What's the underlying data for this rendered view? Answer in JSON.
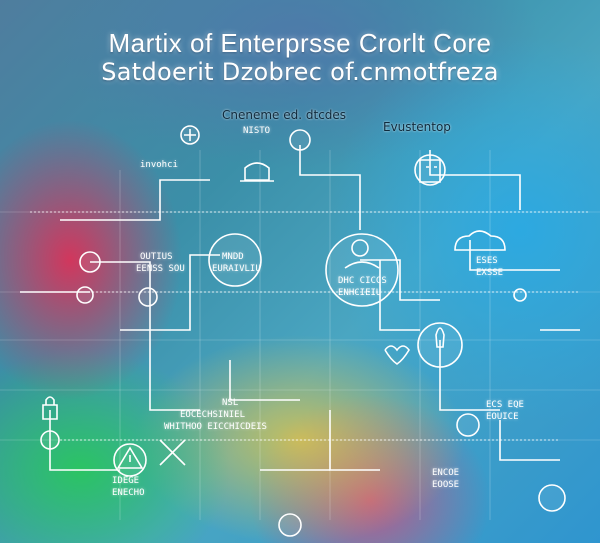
{
  "header": {
    "title_line1": "Martix of Enterprsse Crorlt Core",
    "title_line2": "Satdoerit Dzobrec of.cnmotfreza"
  },
  "labels": {
    "top_center": "Cneneme ed. dtcdes",
    "top_center_sub": "NISTO",
    "top_right": "Evustentop",
    "top_left_a": "invohci",
    "node_left_a": "OUTIUS",
    "node_left_b": "EENSS SOU",
    "node_mid_a": "MNDD",
    "node_mid_b": "EURAIVLIU",
    "node_center_a": "DHC CICCS",
    "node_center_b": "ENHCIEIU",
    "node_right_a": "ESES",
    "node_right_b": "EXSSE",
    "bottom_mid_a": "NSL",
    "bottom_mid_b": "EOCECHSINIEL",
    "bottom_mid_c": "WHITHOO EICCHICDEIS",
    "bottom_left_a": "IDEGE",
    "bottom_left_b": "ENECHO",
    "bottom_right_a": "ECS EQE",
    "bottom_right_b": "EOUICE",
    "bottom_center_a": "ENCOE",
    "bottom_center_b": "EOOSE"
  },
  "colors": {
    "line": "#ffffff",
    "accent_red": "#eb2850",
    "accent_green": "#28c85a",
    "accent_blue": "#28aae6",
    "accent_yellow": "#f0c83c"
  },
  "icons": {
    "hat": "hat-icon",
    "gear": "gear-icon",
    "robot": "robot-icon",
    "person": "person-icon",
    "warning": "warning-icon",
    "lock": "lock-icon",
    "cloud": "cloud-icon",
    "bulb": "bulb-icon"
  }
}
